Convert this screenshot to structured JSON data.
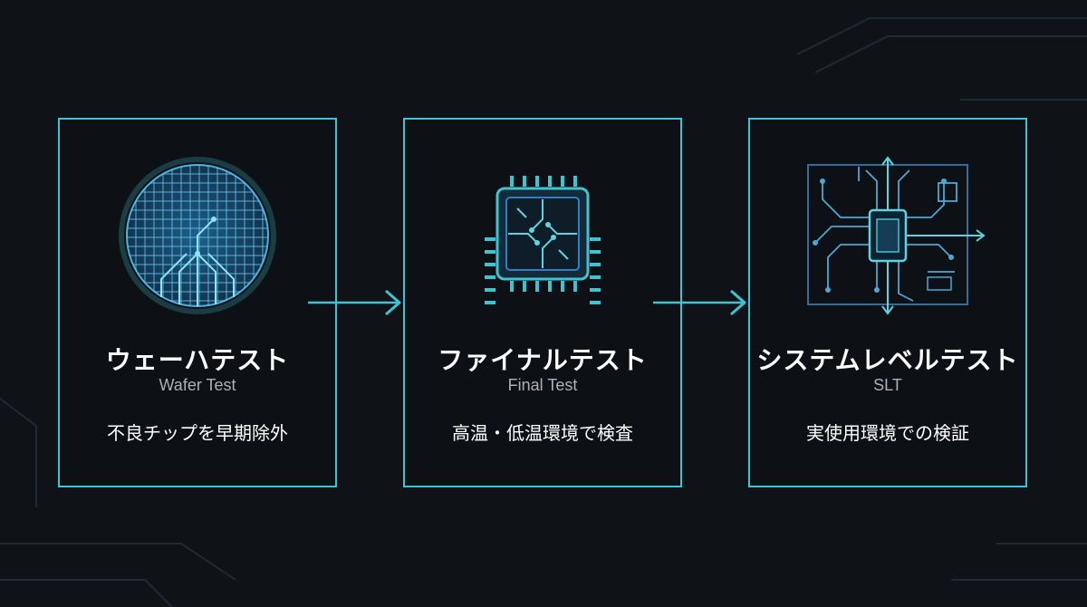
{
  "colors": {
    "background": "#0f1318",
    "accent": "#3fc3d0",
    "chip_blue": "#2e7fc4",
    "text_primary": "#ffffff",
    "text_secondary": "#a8b2bb"
  },
  "stages": [
    {
      "title": "ウェーハテスト",
      "subtitle": "Wafer Test",
      "description": "不良チップを早期除外",
      "icon": "wafer-icon"
    },
    {
      "title": "ファイナルテスト",
      "subtitle": "Final Test",
      "description": "高温・低温環境で検査",
      "icon": "chip-icon"
    },
    {
      "title": "システムレベルテスト",
      "subtitle": "SLT",
      "description": "実使用環境での検証",
      "icon": "circuit-board-icon"
    }
  ],
  "connectors": [
    "arrow-right-icon",
    "arrow-right-icon"
  ]
}
